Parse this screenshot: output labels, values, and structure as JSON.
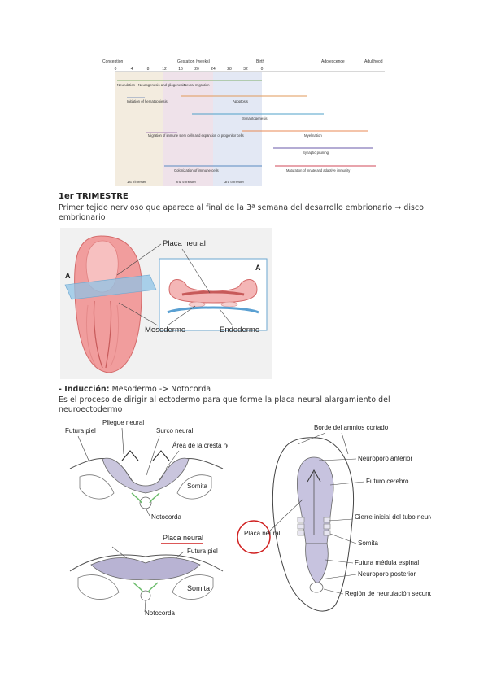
{
  "timeline": {
    "ages": [
      "Conception",
      "Gestation (weeks)",
      "Birth",
      "Adolescence",
      "Adulthood"
    ],
    "ticks": [
      "0",
      "4",
      "8",
      "12",
      "16",
      "20",
      "24",
      "28",
      "32",
      "0"
    ],
    "processes": [
      "Neurulation",
      "Neurogenesis and gliogenesis",
      "Neural migration",
      "Initiation of hematopoiesis",
      "Apoptosis",
      "Synaptogenesis",
      "Myelination",
      "Migration of immune stem cells and expansion of progenitor cells",
      "Synaptic pruning",
      "Colonization of immune cells",
      "Maturation of innate and adaptive immunity"
    ],
    "trimesters": [
      "1st trimester",
      "2nd trimester",
      "3rd trimester"
    ]
  },
  "section": {
    "heading": "1er TRIMESTRE",
    "para1_line1": "Primer tejido nervioso que aparece al final de la 3ª semana del desarrollo embrionario → disco",
    "para1_line2": "embrionario",
    "induction_label": "- Inducción:",
    "induction_text": " Mesodermo -> Notocorda",
    "para2_line1": "Es el proceso de dirigir al ectodermo para que forme la placa neural alargamiento del",
    "para2_line2": "neuroectodermo"
  },
  "fig1": {
    "labels": {
      "placa_neural": "Placa neural",
      "a_left": "A",
      "a_right": "A",
      "mesodermo": "Mesodermo",
      "endodermo": "Endodermo"
    }
  },
  "fig2": {
    "labels": {
      "futura_piel_top": "Futura piel",
      "pliegue_neural": "Pliegue neural",
      "surco_neural": "Surco neural",
      "area_cresta": "Área de la cresta neural",
      "somita_top": "Somita",
      "notocorda_top": "Notocorda",
      "placa_neural": "Placa neural",
      "futura_piel_bottom": "Futura piel",
      "somita_bottom": "Somita",
      "notocorda_bottom": "Notocorda"
    }
  },
  "fig3": {
    "labels": {
      "borde_amnios": "Borde del amnios cortado",
      "neuroporo_anterior": "Neuroporo anterior",
      "futuro_cerebro": "Futuro cerebro",
      "placa_neural": "Placa neural",
      "cierre_inicial": "Cierre inicial del tubo neural",
      "somita": "Somita",
      "futura_medula": "Futura médula espinal",
      "neuroporo_posterior": "Neuroporo posterior",
      "region_neurulacion": "Región de neurulación secundaria"
    }
  }
}
